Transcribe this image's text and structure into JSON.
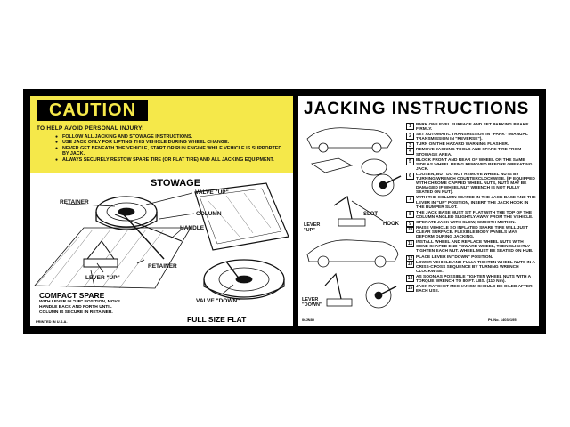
{
  "caution": {
    "title": "CAUTION",
    "intro": "TO HELP AVOID PERSONAL INJURY:",
    "items": [
      "FOLLOW ALL JACKING AND STOWAGE INSTRUCTIONS.",
      "USE JACK ONLY FOR LIFTING THIS VEHICLE DURING WHEEL CHANGE.",
      "NEVER GET BENEATH THE VEHICLE, START OR RUN ENGINE WHILE VEHICLE IS SUPPORTED BY JACK.",
      "ALWAYS SECURELY RESTOW SPARE TIRE (OR FLAT TIRE) AND ALL JACKING EQUIPMENT."
    ]
  },
  "stowage": {
    "title": "STOWAGE",
    "labels": {
      "retainer_top": "RETAINER",
      "valve_up": "VALVE \"UP\"",
      "column": "COLUMN",
      "handle": "HANDLE",
      "retainer_mid": "RETAINER",
      "lever_up": "LEVER \"UP\"",
      "valve_down": "VALVE \"DOWN\""
    },
    "compact_title": "COMPACT SPARE",
    "compact_desc": "WITH LEVER IN \"UP\" POSITION, MOVE HANDLE BACK AND FORTH UNTIL COLUMN IS SECURE IN RETAINER.",
    "full_size_title": "FULL SIZE FLAT",
    "printed": "PRINTED IN U.S.A."
  },
  "jacking": {
    "title": "JACKING INSTRUCTIONS",
    "labels": {
      "slot": "SLOT",
      "hook": "HOOK",
      "lever_up": "LEVER \"UP\"",
      "lever_down": "LEVER \"DOWN\""
    },
    "steps": [
      {
        "num": "1",
        "text": "PARK ON LEVEL SURFACE AND SET PARKING BRAKE FIRMLY."
      },
      {
        "num": "2",
        "text": "SET AUTOMATIC TRANSMISSION IN \"PARK\" (MANUAL TRANSMISSION IN \"REVERSE\")."
      },
      {
        "num": "3",
        "text": "TURN ON THE HAZARD WARNING FLASHER."
      },
      {
        "num": "4",
        "text": "REMOVE JACKING TOOLS AND SPARE TIRE FROM STOWAGE AREA."
      },
      {
        "num": "5",
        "text": "BLOCK FRONT AND REAR OF WHEEL ON THE SAME SIDE AS WHEEL BEING REMOVED BEFORE OPERATING JACK."
      },
      {
        "num": "6",
        "text": "LOOSEN, BUT DO NOT REMOVE WHEEL NUTS BY TURNING WRENCH COUNTERCLOCKWISE. (IF EQUIPPED WITH CHROME CAPPED WHEEL NUTS, NUTS MAY BE DAMAGED IF WHEEL NUT WRENCH IS NOT FULLY SEATED ON NUT)."
      },
      {
        "num": "7",
        "text": "WITH THE COLUMN SEATED IN THE JACK BASE AND THE LEVER IN \"UP\" POSITION, INSERT THE JACK HOOK IN THE BUMPER SLOT."
      },
      {
        "num": "8",
        "text": "THE JACK BASE MUST SIT FLAT WITH THE TOP OF THE COLUMN ANGLED SLIGHTLY AWAY FROM THE VEHICLE."
      },
      {
        "num": "9",
        "text": "OPERATE JACK WITH SLOW, SMOOTH MOTION."
      },
      {
        "num": "10",
        "text": "RAISE VEHICLE SO INFLATED SPARE TIRE WILL JUST CLEAR SURFACE. FLEXIBLE BODY PANELS MAY DEFORM DURING JACKING."
      },
      {
        "num": "11",
        "text": "INSTALL WHEEL AND REPLACE WHEEL NUTS WITH CONE SHAPED END TOWARD WHEEL, THEN SLIGHTLY TIGHTEN EACH NUT. WHEEL MUST BE SEATED ON HUB."
      },
      {
        "num": "12",
        "text": "PLACE LEVER IN \"DOWN\" POSITION."
      },
      {
        "num": "13",
        "text": "LOWER VEHICLE AND FULLY TIGHTEN WHEEL NUTS IN A CRISS-CROSS SEQUENCE BY TURNING WRENCH CLOCKWISE."
      },
      {
        "num": "14",
        "text": "AS SOON AS POSSIBLE TIGHTEN WHEEL NUTS WITH A TORQUE WRENCH TO 80 FT. LBS. (110 Nm)."
      },
      {
        "num": "15",
        "text": "JACK RATCHET MECHANISM SHOULD BE OILED AFTER EACH USE."
      }
    ],
    "code_left": "06JN80",
    "part_no": "Pt. No. 14032195"
  },
  "colors": {
    "caution_yellow": "#f5e84a",
    "ink": "#000000",
    "background": "#ffffff"
  },
  "icons": [
    "spare-tire-icon",
    "jack-icon",
    "car-icon",
    "wrench-icon"
  ]
}
